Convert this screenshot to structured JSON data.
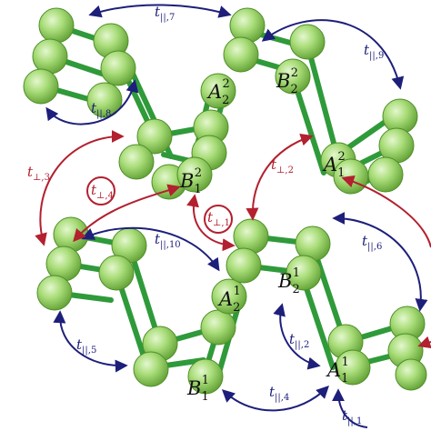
{
  "colors": {
    "atom_fill": "#a8dc78",
    "atom_edge": "#4f8f2a",
    "bond": "#2f9a3a",
    "parallel_hop": "#1d1f7a",
    "perp_hop": "#b3202f"
  },
  "sites": [
    {
      "name": "A",
      "sup": "2",
      "sub": "2"
    },
    {
      "name": "B",
      "sup": "2",
      "sub": "2"
    },
    {
      "name": "A",
      "sup": "2",
      "sub": "1"
    },
    {
      "name": "B",
      "sup": "2",
      "sub": "1"
    },
    {
      "name": "A",
      "sup": "1",
      "sub": "2"
    },
    {
      "name": "B",
      "sup": "1",
      "sub": "2"
    },
    {
      "name": "A",
      "sup": "1",
      "sub": "1"
    },
    {
      "name": "B",
      "sup": "1",
      "sub": "1"
    }
  ],
  "hoppings": [
    {
      "sym": "t",
      "sub": "||,7"
    },
    {
      "sym": "t",
      "sub": "||,9"
    },
    {
      "sym": "t",
      "sub": "||,8"
    },
    {
      "sym": "t",
      "sub": "⊥,3"
    },
    {
      "sym": "t",
      "sub": "⊥,4"
    },
    {
      "sym": "t",
      "sub": "⊥,2"
    },
    {
      "sym": "t",
      "sub": "⊥,1"
    },
    {
      "sym": "t",
      "sub": "||,10"
    },
    {
      "sym": "t",
      "sub": "||,6"
    },
    {
      "sym": "t",
      "sub": "||,5"
    },
    {
      "sym": "t",
      "sub": "||,2"
    },
    {
      "sym": "t",
      "sub": "||,4"
    },
    {
      "sym": "t",
      "sub": "||,1"
    }
  ]
}
